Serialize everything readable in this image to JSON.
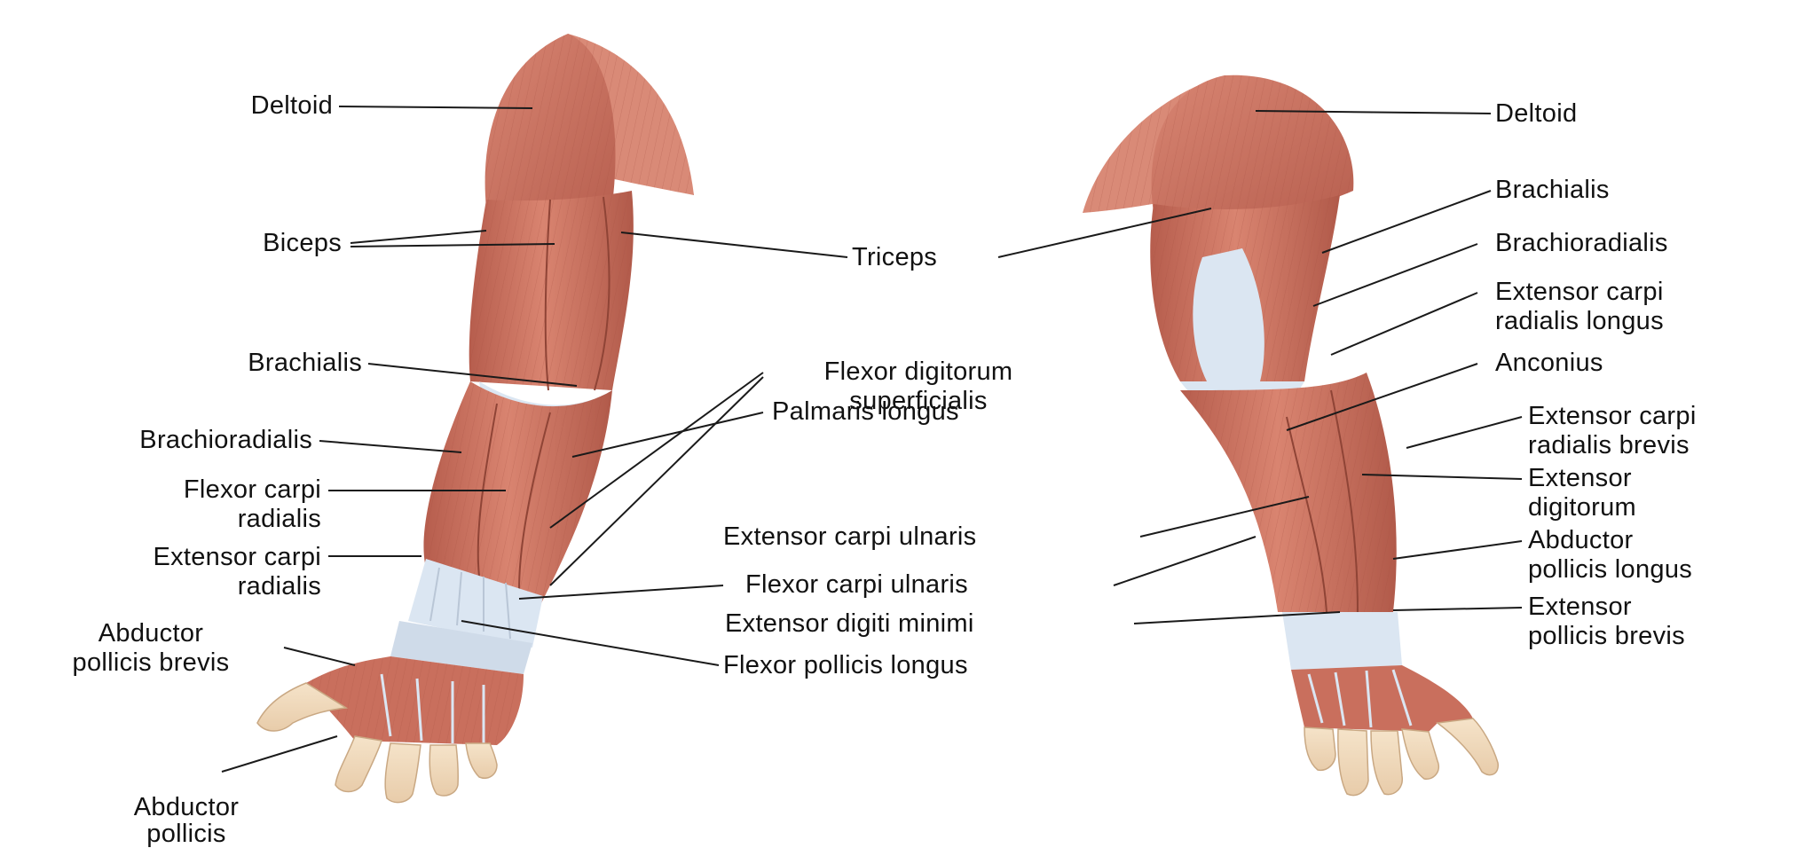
{
  "colors": {
    "muscle": "#c9705f",
    "muscle_light": "#dc8b78",
    "muscle_dark": "#9c4a3d",
    "tendon": "#dbe6f2",
    "skin": "#f1dcc0",
    "leader": "#1a1a1a",
    "text": "#111111"
  },
  "left_arm": {
    "deltoid": "Deltoid",
    "biceps": "Biceps",
    "brachialis": "Brachialis",
    "brachioradialis": "Brachioradialis",
    "flexor_carpi_radialis": "Flexor carpi\nradialis",
    "extensor_carpi_radialis": "Extensor carpi\nradialis",
    "abductor_pollicis_brevis": "Abductor\npollicis brevis",
    "abductor_pollicis": "Abductor\npollicis"
  },
  "center": {
    "triceps": "Triceps",
    "palmaris_longus": "Palmaris longus",
    "flexor_digitorum_superficialis": "Flexor digitorum\nsuperficialis",
    "extensor_carpi_ulnaris": "Extensor carpi ulnaris",
    "flexor_carpi_ulnaris": "Flexor carpi ulnaris",
    "extensor_digiti_minimi": "Extensor digiti minimi",
    "flexor_pollicis_longus": "Flexor pollicis longus"
  },
  "right_arm": {
    "deltoid": "Deltoid",
    "brachialis": "Brachialis",
    "brachioradialis": "Brachioradialis",
    "extensor_carpi_radialis_longus": "Extensor carpi\nradialis longus",
    "anconius": "Anconius",
    "extensor_carpi_radialis_brevis": "Extensor carpi\nradialis brevis",
    "extensor_digitorum": "Extensor\ndigitorum",
    "abductor_pollicis_longus": "Abductor\npollicis longus",
    "extensor_pollicis_brevis": "Extensor\npollicis brevis"
  }
}
